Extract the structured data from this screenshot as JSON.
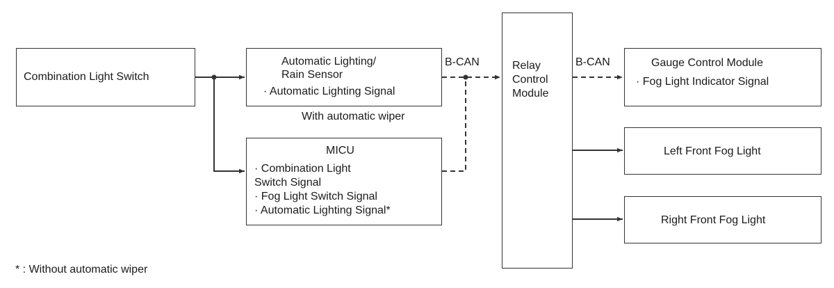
{
  "blocks": {
    "combination_light_switch": "Combination Light Switch",
    "rain_sensor": {
      "title_line1": "Automatic Lighting/",
      "title_line2": "Rain Sensor",
      "signal": "· Automatic Lighting Signal"
    },
    "micu": {
      "title": "MICU",
      "signal_1_line1": "· Combination Light",
      "signal_1_line2": "Switch Signal",
      "signal_2": "· Fog Light Switch Signal",
      "signal_3": "· Automatic Lighting Signal*"
    },
    "relay_control_module": {
      "line1": "Relay",
      "line2": "Control",
      "line3": "Module"
    },
    "gauge_control_module": {
      "title": "Gauge Control Module",
      "signal": "· Fog Light Indicator Signal"
    },
    "left_front_fog_light": "Left Front Fog Light",
    "right_front_fog_light": "Right Front Fog Light"
  },
  "labels": {
    "with_automatic_wiper": "With automatic wiper",
    "bcan_left": "B-CAN",
    "bcan_right": "B-CAN"
  },
  "footnote": "* : Without automatic wiper"
}
